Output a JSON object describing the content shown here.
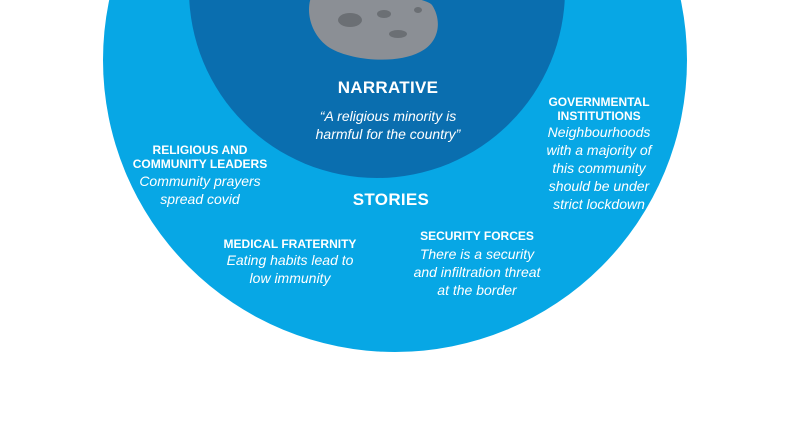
{
  "colors": {
    "outer_circle": "#07a7e5",
    "inner_circle": "#0a6eaf",
    "rock": "#8b8f95",
    "rock_dark": "#6b6f74",
    "text": "#ffffff"
  },
  "narrative": {
    "heading": "NARRATIVE",
    "quote": "“A religious minority is\nharmful for the country”"
  },
  "stories": {
    "heading": "STORIES",
    "items": [
      {
        "label": "RELIGIOUS AND\nCOMMUNITY LEADERS",
        "text": "Community prayers\nspread covid"
      },
      {
        "label": "GOVERNMENTAL\nINSTITUTIONS",
        "text": "Neighbourhoods\nwith a majority of\nthis community\nshould be under\nstrict lockdown"
      },
      {
        "label": "MEDICAL FRATERNITY",
        "text": "Eating habits lead to\nlow immunity"
      },
      {
        "label": "SECURITY FORCES",
        "text": "There is a security\nand infiltration threat\nat the border"
      }
    ]
  },
  "icons": {
    "rock": "rock-icon"
  }
}
